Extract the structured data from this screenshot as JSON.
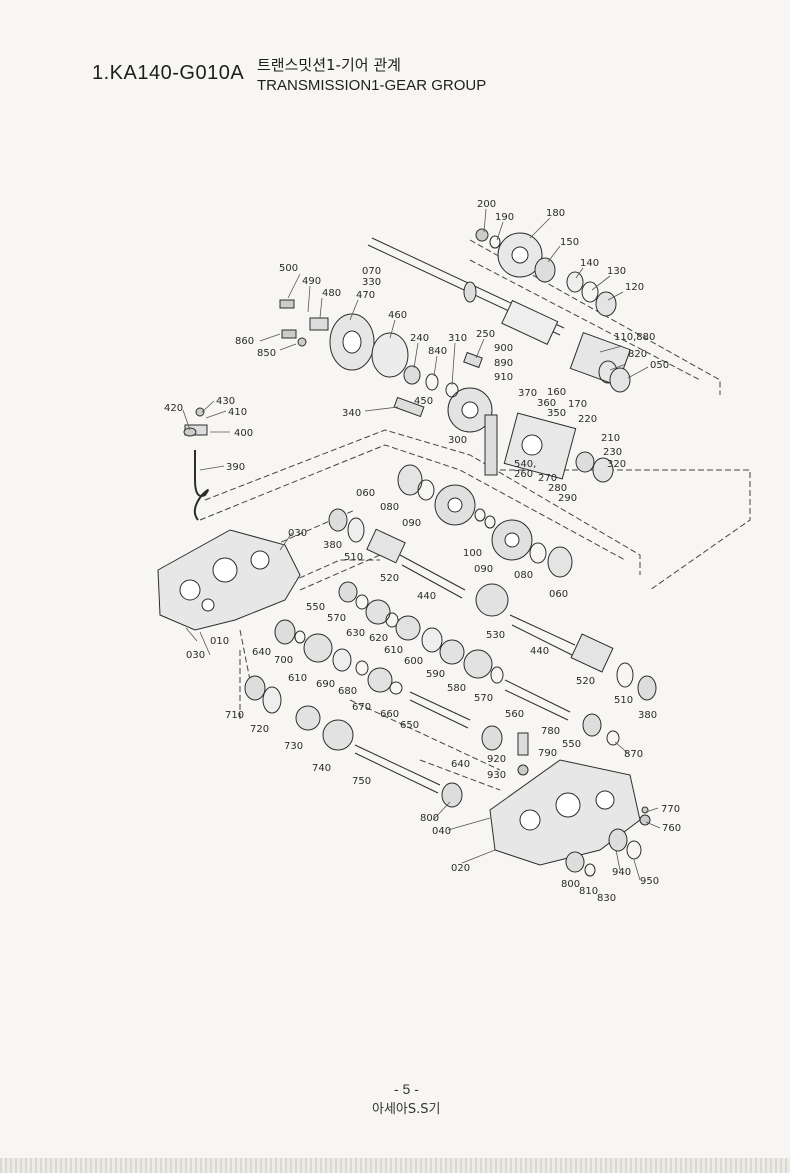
{
  "header": {
    "code": "1.KA140-G010A",
    "title_ko": "트랜스밋션1-기어 관계",
    "title_en": "TRANSMISSION1-GEAR GROUP"
  },
  "footer": {
    "page": "- 5 -",
    "brand": "아세아S.S기"
  },
  "part_labels": {
    "p200": "200",
    "p190": "190",
    "p180": "180",
    "p150": "150",
    "p140": "140",
    "p130": "130",
    "p120": "120",
    "p070": "070",
    "p330": "330",
    "p500": "500",
    "p490": "490",
    "p480": "480",
    "p470": "470",
    "p460": "460",
    "p860": "860",
    "p850": "850",
    "p240": "240",
    "p310": "310",
    "p840": "840",
    "p250": "250",
    "p110": "110,880",
    "p900": "900",
    "p890": "890",
    "p910": "910",
    "p820": "820",
    "p050": "050",
    "p370": "370",
    "p160": "160",
    "p360": "360",
    "p170": "170",
    "p350": "350",
    "p220": "220",
    "p430": "430",
    "p420": "420",
    "p410": "410",
    "p400": "400",
    "p340": "340",
    "p450": "450",
    "p300": "300",
    "p210": "210",
    "p230": "230",
    "p320": "320",
    "p540": "540,",
    "p260": "260",
    "p270": "270",
    "p280": "280",
    "p290": "290",
    "p390": "390",
    "p060a": "060",
    "p080a": "080",
    "p090a": "090",
    "p100": "100",
    "p090b": "090",
    "p080b": "080",
    "p060b": "060",
    "p030a": "030",
    "p380a": "380",
    "p510a": "510",
    "p520a": "520",
    "p440a": "440",
    "p550a": "550",
    "p570a": "570",
    "p630": "630",
    "p620": "620",
    "p530": "530",
    "p010": "010",
    "p030b": "030",
    "p640a": "640",
    "p700": "700",
    "p610a": "610",
    "p610b": "610",
    "p600": "600",
    "p440b": "440",
    "p520b": "520",
    "p590": "590",
    "p690": "690",
    "p680": "680",
    "p580": "580",
    "p570b": "570",
    "p510b": "510",
    "p380b": "380",
    "p710": "710",
    "p720": "720",
    "p670": "670",
    "p660": "660",
    "p650": "650",
    "p560": "560",
    "p780": "780",
    "p550b": "550",
    "p870": "870",
    "p730": "730",
    "p740": "740",
    "p640b": "640",
    "p920": "920",
    "p790": "790",
    "p930": "930",
    "p750": "750",
    "p800a": "800",
    "p770": "770",
    "p040": "040",
    "p760": "760",
    "p020": "020",
    "p940": "940",
    "p950": "950",
    "p800b": "800",
    "p810": "810",
    "p830": "830"
  }
}
